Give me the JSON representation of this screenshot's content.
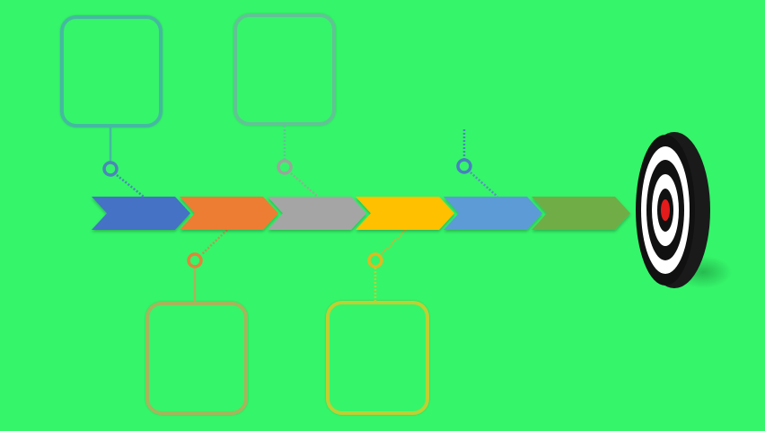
{
  "diagram": {
    "background_color": "#35F56A",
    "arrows": [
      {
        "color": "#4472C4"
      },
      {
        "color": "#ED7D31"
      },
      {
        "color": "#A5A5A5"
      },
      {
        "color": "#FFC000"
      },
      {
        "color": "#5B9BD5"
      },
      {
        "color": "#70AD47"
      }
    ],
    "connectors": [
      {
        "position": "top",
        "color": "#45B9A0",
        "node_color": "#4C86B8"
      },
      {
        "position": "top",
        "color": "#61C394",
        "node_color": "#9AA59A"
      },
      {
        "position": "top",
        "color": "#4C86B8",
        "node_color": "#4A7FC0"
      },
      {
        "position": "bottom",
        "color": "#A6B55B",
        "node_color": "#E1843A"
      },
      {
        "position": "bottom",
        "color": "#C0CF32",
        "node_color": "#E0B820"
      }
    ],
    "target": {
      "ring_colors": [
        "#111111",
        "#FFFFFF"
      ],
      "bullseye_color": "#E31B1B"
    }
  }
}
